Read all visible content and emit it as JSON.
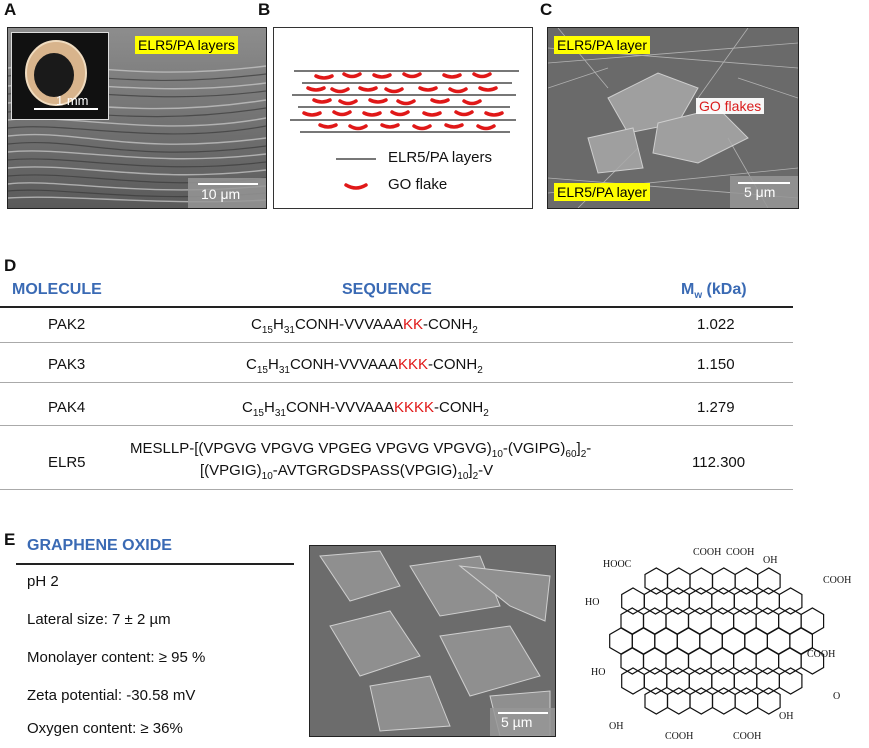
{
  "panels": {
    "a": {
      "letter": "A",
      "label": "ELR5/PA layers",
      "inset_scale": "1 mm",
      "scale": "10 μm"
    },
    "b": {
      "letter": "B",
      "legend_layers": "ELR5/PA layers",
      "legend_flake": "GO flake",
      "layer_color": "#777777",
      "flake_color": "#e01818"
    },
    "c": {
      "letter": "C",
      "label_top": "ELR5/PA layer",
      "label_mid": "GO flakes",
      "label_bottom": "ELR5/PA layer",
      "scale": "5 μm"
    },
    "d": {
      "letter": "D",
      "headers": {
        "molecule": "MOLECULE",
        "sequence": "SEQUENCE",
        "mw_main": "M",
        "mw_sub": "w",
        "mw_unit": " (kDa)"
      },
      "rows": [
        {
          "molecule": "PAK2",
          "prefix": "C",
          "s1": "15",
          "h": "H",
          "s2": "31",
          "mid": "CONH-VVVAAA",
          "red": "KK",
          "end": "-CONH",
          "s3": "2",
          "mw": "1.022"
        },
        {
          "molecule": "PAK3",
          "prefix": "C",
          "s1": "15",
          "h": "H",
          "s2": "31",
          "mid": "CONH-VVVAAA",
          "red": "KKK",
          "end": "-CONH",
          "s3": "2",
          "mw": "1.150"
        },
        {
          "molecule": "PAK4",
          "prefix": "C",
          "s1": "15",
          "h": "H",
          "s2": "31",
          "mid": "CONH-VVVAAA",
          "red": "KKKK",
          "end": "-CONH",
          "s3": "2",
          "mw": "1.279"
        }
      ],
      "elr5": {
        "molecule": "ELR5",
        "line1_a": "MESLLP-[(VPGVG VPGVG VPGEG VPGVG VPGVG)",
        "line1_s1": "10",
        "line1_b": "-(VGIPG)",
        "line1_s2": "60",
        "line1_c": "]",
        "line1_s3": "2",
        "line1_d": "-",
        "line2_a": "[(VPGIG)",
        "line2_s1": "10",
        "line2_b": "-AVTGRGDSPASS(VPGIG)",
        "line2_s2": "10",
        "line2_c": "]",
        "line2_s3": "2",
        "line2_d": "-V",
        "mw": "112.300"
      }
    },
    "e": {
      "letter": "E",
      "title": "GRAPHENE OXIDE",
      "props": [
        "pH 2",
        "Lateral size: 7 ± 2 µm",
        "Monolayer content: ≥ 95 %",
        "Zeta potential: -30.58 mV",
        "Oxygen content: ≥ 36%"
      ],
      "scale": "5 µm",
      "structure_labels": {
        "hooc": "HOOC",
        "cooh": "COOH",
        "oh": "OH",
        "ho": "HO",
        "o": "O"
      }
    }
  }
}
